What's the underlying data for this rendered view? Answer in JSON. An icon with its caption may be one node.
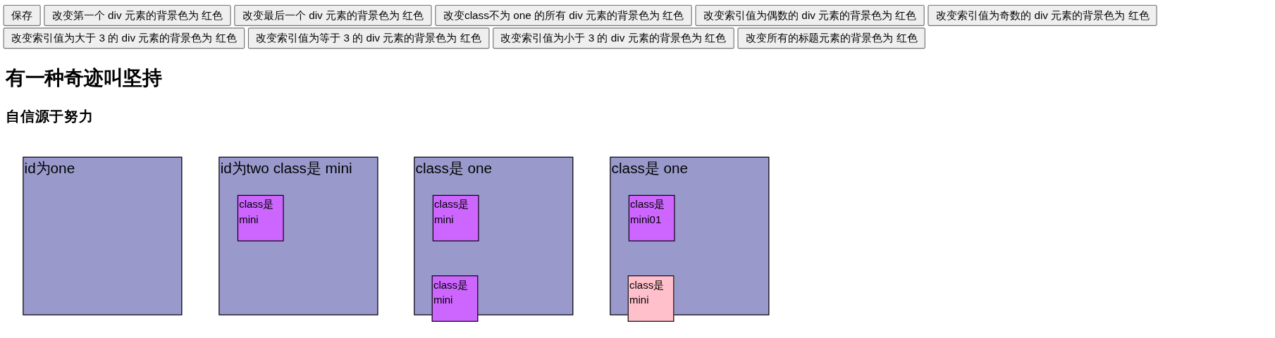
{
  "diagram": {
    "title": "有一种奇迹叫坚持",
    "nodes": [
      {
        "text": [
          "id为one"
        ]
      },
      {
        "text": [
          "id为two class是 mini"
        ]
      },
      {
        "text": [
          "class是 mini"
        ],
        "in": 1
      },
      {
        "text": [
          "class是 one"
        ]
      },
      {
        "text": [
          "class是 mini"
        ],
        "in": 3
      },
      {
        "text": [
          "class是 mini"
        ]
      },
      {
        "text": [
          "class是 one"
        ]
      },
      {
        "text": [
          "class是 mini01"
        ],
        "in": 6
      },
      {
        "text": [
          "class是 mini"
        ]
      }
    ],
    "labels": [
      "保存",
      "改变第一个 div 元素的背景色为 红色",
      "改变最后一个 div 元素的背景色为 红色",
      "改变class不为 one 的所有 div 元素的背景色为 红色",
      "改变索引值为偶数的 div 元素的背景色为 红色",
      "改变索引值为奇数的 div 元素的背景色为 红色",
      "改变索引值为大于 3 的 div 元素的背景色为 红色",
      "改变索引值为等于 3 的 div 元素的背景色为 红色",
      "改变索引值为小于 3 的 div 元素的背景色为 红色",
      "改变所有的标题元素的背景色为 红色",
      "自信源于努力"
    ]
  }
}
